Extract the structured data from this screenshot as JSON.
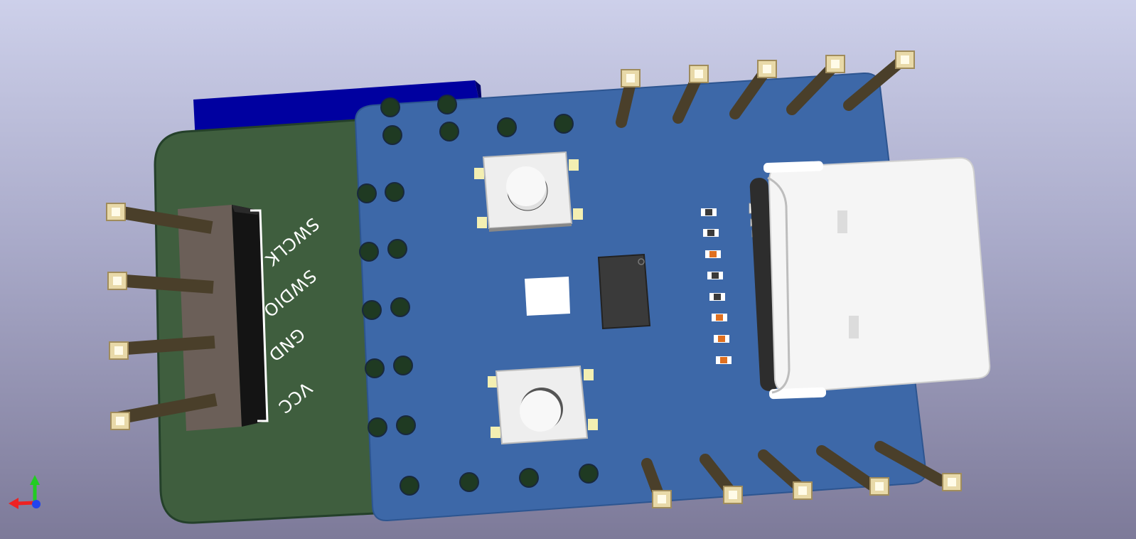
{
  "viewer": {
    "mode": "3D board view",
    "colors": {
      "background_top": "#cdd0ea",
      "background_bottom": "#7d7a99",
      "carrier_board": "#3f5e3e",
      "module_board": "#3d68a8",
      "blue_part": "#0000a0",
      "pin_metal": "#4a3f2a",
      "pad": "#e8d9a8"
    }
  },
  "silkscreen": {
    "pin1": "SWCLK",
    "pin2": "SWDIO",
    "pin3": "GND",
    "pin4": "VCC"
  },
  "axes": {
    "icon": "xyz-axis-triad-icon"
  }
}
